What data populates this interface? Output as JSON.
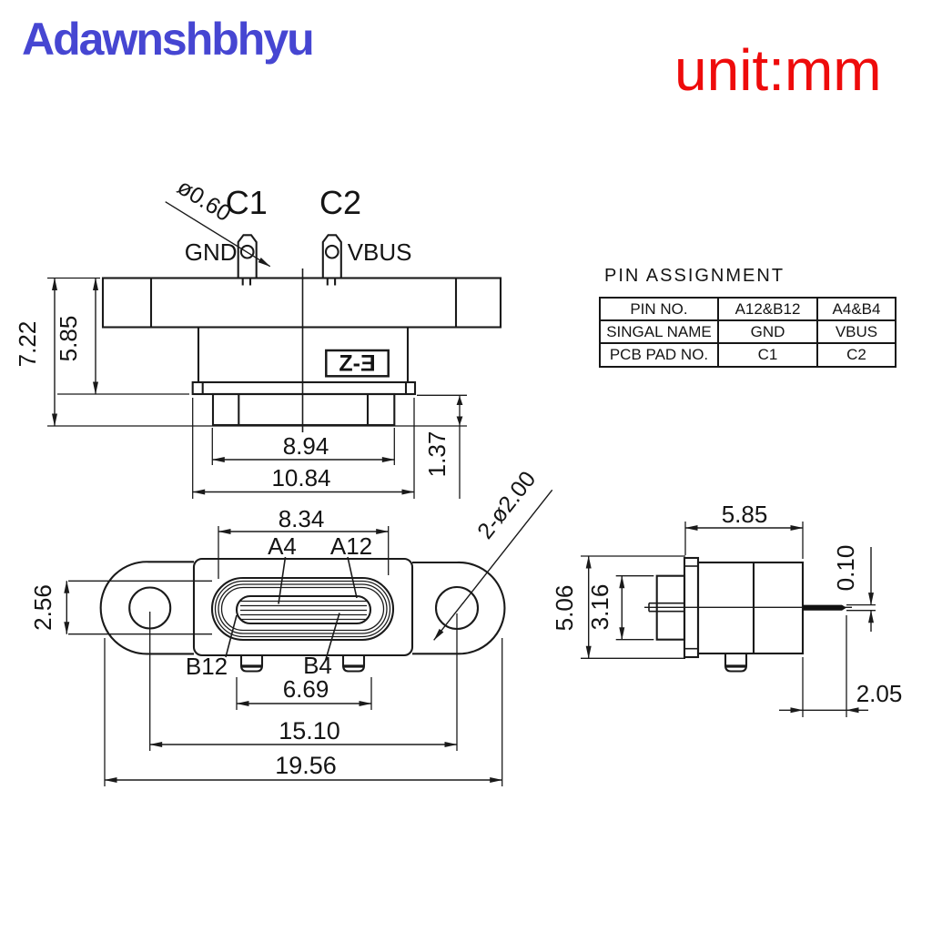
{
  "header": {
    "brand": "Adawnshbhyu",
    "unit": "unit:mm",
    "brand_color": "#4646d2",
    "unit_color": "#ee0b0b",
    "line_color": "#1a1a1a"
  },
  "top_view": {
    "labels": {
      "pad1": "C1",
      "pad2": "C2",
      "pin1_signal": "GND",
      "pin2_signal": "VBUS",
      "hole_dia": "ø0.60",
      "marking": "Z-Ǝ"
    },
    "dims": {
      "total_height": "7.22",
      "flange_height": "5.85",
      "plug_width": "8.94",
      "plate_width": "10.84",
      "plug_depth": "1.37"
    }
  },
  "pin_table": {
    "title": "PIN ASSIGNMENT",
    "rows": [
      [
        "PIN NO.",
        "A12&B12",
        "A4&B4"
      ],
      [
        "SINGAL NAME",
        "GND",
        "VBUS"
      ],
      [
        "PCB PAD NO.",
        "C1",
        "C2"
      ]
    ]
  },
  "front_view": {
    "labels": {
      "a4": "A4",
      "a12": "A12",
      "b12": "B12",
      "b4": "B4",
      "holes_note": "2-ø2.00"
    },
    "dims": {
      "opening_width": "8.34",
      "opening_height": "2.56",
      "tongue_width": "6.69",
      "hole_pitch": "15.10",
      "total_width": "19.56"
    }
  },
  "side_view": {
    "dims": {
      "body_depth": "5.85",
      "flange_height": "5.06",
      "opening_height": "3.16",
      "pin_thickness": "0.10",
      "pin_length": "2.05"
    }
  }
}
